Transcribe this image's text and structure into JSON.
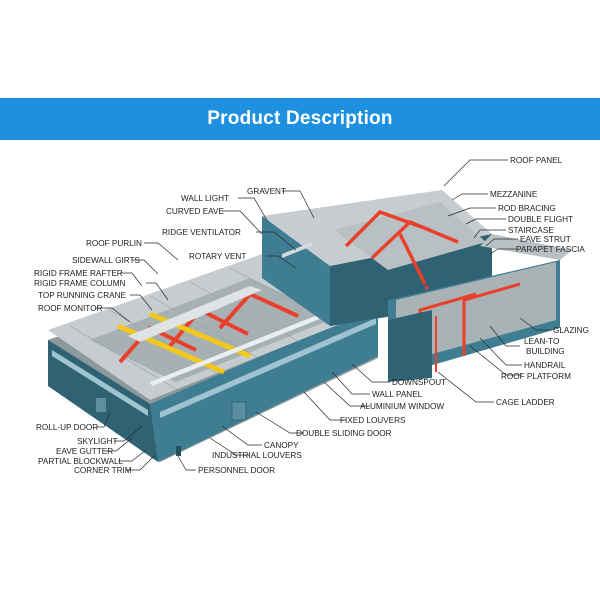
{
  "banner": {
    "title": "Product Description",
    "color": "#1E90E0"
  },
  "diagram": {
    "labels": {
      "roof_panel": "ROOF PANEL",
      "mezzanine": "MEZZANINE",
      "rod_bracing": "ROD BRACING",
      "double_flight": "DOUBLE FLIGHT",
      "staircase": "STAIRCASE",
      "eave_strut": "EAVE STRUT",
      "parapet_fascia": "PARAPET FASCIA",
      "gravent": "GRAVENT",
      "wall_light": "WALL LIGHT",
      "curved_eave": "CURVED EAVE",
      "ridge_ventilator": "RIDGE VENTILATOR",
      "roof_purlin": "ROOF PURLIN",
      "rotary_vent": "ROTARY VENT",
      "sidewall_girts": "SIDEWALL GIRTS",
      "rigid_frame_rafter": "RIGID FRAME RAFTER",
      "rigid_frame_column": "RIGID FRAME COLUMN",
      "top_running_crane": "TOP RUNNING CRANE",
      "roof_monitor": "ROOF MONITOR",
      "glazing": "GLAZING",
      "lean_to": "LEAN-TO",
      "building": "BUILDING",
      "handrail": "HANDRAIL",
      "roof_platform": "ROOF PLATFORM",
      "downspout": "DOWNSPOUT",
      "wall_panel": "WALL PANEL",
      "aluminium_window": "ALUMINIUM WINDOW",
      "fixed_louvers": "FIXED LOUVERS",
      "double_sliding_door": "DOUBLE SLIDING DOOR",
      "canopy": "CANOPY",
      "industrial_louvers": "INDUSTRIAL LOUVERS",
      "cage_ladder": "CAGE LADDER",
      "roll_up_door": "ROLL-UP DOOR",
      "skylight": "SKYLIGHT",
      "eave_gutter": "EAVE GUTTER",
      "partial_blockwall": "PARTIAL BLOCKWALL",
      "corner_trim": "CORNER TRIM",
      "personnel_door": "PERSONNEL DOOR"
    },
    "colors": {
      "wall": "#3f7d93",
      "wall_dark": "#2f6273",
      "roof": "#c7ccd0",
      "steel": "#e8402a",
      "crane": "#f4c81a",
      "floor": "#9aa6a8"
    }
  }
}
